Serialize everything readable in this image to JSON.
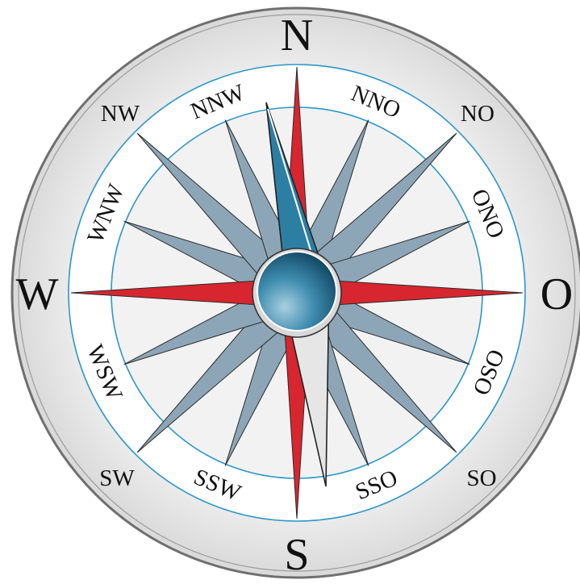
{
  "compass": {
    "cardinals": [
      {
        "label": "N"
      },
      {
        "label": "O"
      },
      {
        "label": "S"
      },
      {
        "label": "W"
      }
    ],
    "intercardinals": [
      {
        "label": "NO"
      },
      {
        "label": "SO"
      },
      {
        "label": "SW"
      },
      {
        "label": "NW"
      }
    ],
    "secondaries": [
      {
        "label": "NNO"
      },
      {
        "label": "ONO"
      },
      {
        "label": "OSO"
      },
      {
        "label": "SSO"
      },
      {
        "label": "SSW"
      },
      {
        "label": "WSW"
      },
      {
        "label": "WNW"
      },
      {
        "label": "NNW"
      }
    ],
    "colors": {
      "cardinal_point": "#d7262f",
      "secondary_point": "#8da6b7",
      "ring_line": "#2b97c9",
      "needle_north": "#2c7fa3",
      "needle_south": "#e6e6e6",
      "bezel": "#e9e9e9"
    }
  }
}
